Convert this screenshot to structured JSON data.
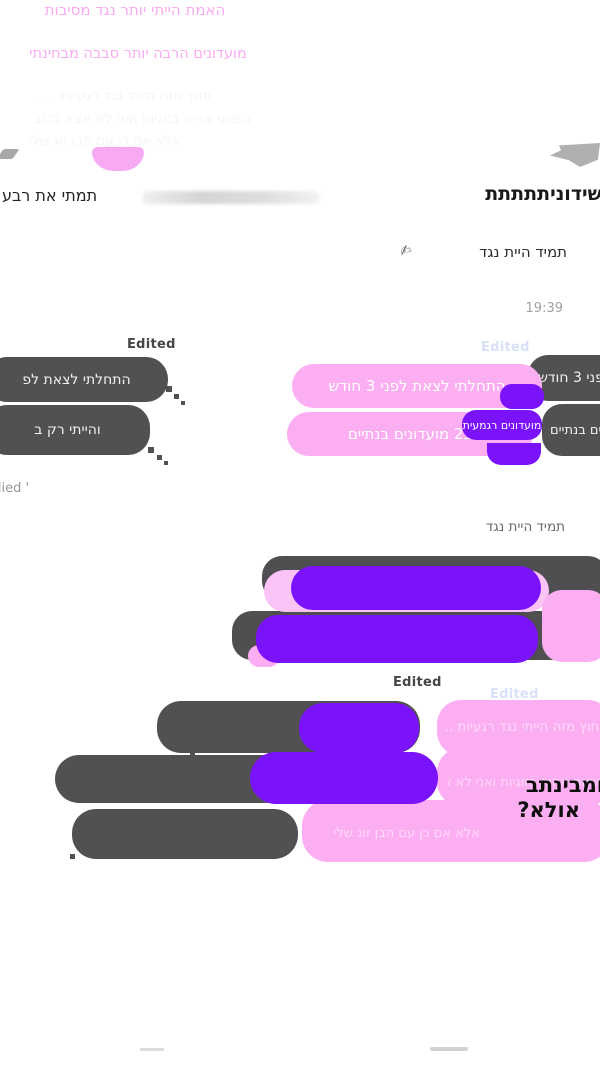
{
  "colors": {
    "background": "#ffffff",
    "pink_bubble": "#fbaff2",
    "pink_soft": "#fcc3f6",
    "purple_bubble": "#7a12fa",
    "dark_bubble": "#515153",
    "edited_light": "#d8e1f8",
    "edited_dark": "#454545",
    "timestamp_gray": "#a2a2a2",
    "big_text": "#0e0e0e"
  },
  "top": {
    "line1_left": "תמתי את רבע",
    "line1_right": "שידוניתתתתת",
    "hand_icon": "✍",
    "context_line": "תמיד היית נגד",
    "timestamp": "19:39"
  },
  "labels": {
    "edited": "Edited",
    "you_replied": "You replied '",
    "reply_quote": "תמיד היית נגד"
  },
  "messages": {
    "m1": "התחלתי לצאת לפני 3 חודש",
    "m1_ghost": "התחלתי לצאת לפ",
    "m2": "ב2 מועדונים בנתיים",
    "m2_ghost": "והייתי רק ב",
    "m2_fragment": "מועדונים רגמעית",
    "m3": "האמת הייתי יותר נגד מסיבות",
    "m4": "מועדונים הרבה יותר סבבה מבחינתי",
    "m5": "וחוץ מזה הייתי נגד רגעיות ....",
    "m6": "כשאני אהיה בזוגיות ואני לא אצא ברוב",
    "m7": "אלא אם כן עם הבן זוג שלי",
    "big_line1": "ומבינתב",
    "big_line2": "אולא?"
  }
}
